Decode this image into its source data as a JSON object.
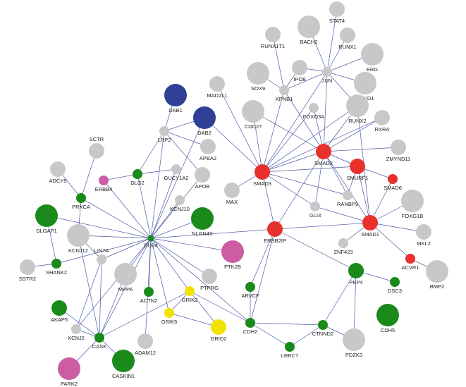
{
  "colors": {
    "gray": "#c8c8c8",
    "blue": "#2e3f95",
    "red": "#e8302c",
    "green": "#1a8a1a",
    "yellow": "#f2e400",
    "pink": "#cc5da3",
    "edge": "#4d5aa8"
  },
  "nodes": [
    {
      "id": "STAT4",
      "color": "gray",
      "size": "m"
    },
    {
      "id": "BACH2",
      "color": "gray",
      "size": "l"
    },
    {
      "id": "RUNX1T1",
      "color": "gray",
      "size": "m"
    },
    {
      "id": "RUNX1",
      "color": "gray",
      "size": "m"
    },
    {
      "id": "ERG",
      "color": "gray",
      "size": "l"
    },
    {
      "id": "SOX9",
      "color": "gray",
      "size": "l"
    },
    {
      "id": "IPO8",
      "color": "gray",
      "size": "m"
    },
    {
      "id": "JUN",
      "color": "gray",
      "size": "s"
    },
    {
      "id": "KPNB1",
      "color": "gray",
      "size": "s"
    },
    {
      "id": "PRKD1",
      "color": "gray",
      "size": "l"
    },
    {
      "id": "MAD2L1",
      "color": "gray",
      "size": "m"
    },
    {
      "id": "CDC27",
      "color": "gray",
      "size": "l"
    },
    {
      "id": "FOXO3A",
      "color": "gray",
      "size": "s"
    },
    {
      "id": "RUNX2",
      "color": "gray",
      "size": "l"
    },
    {
      "id": "RXRA",
      "color": "gray",
      "size": "m"
    },
    {
      "id": "DAB1",
      "color": "blue",
      "size": "l"
    },
    {
      "id": "DAB2",
      "color": "blue",
      "size": "l"
    },
    {
      "id": "LRP2",
      "color": "gray",
      "size": "s"
    },
    {
      "id": "APBA2",
      "color": "gray",
      "size": "m"
    },
    {
      "id": "ZMYND11",
      "color": "gray",
      "size": "m"
    },
    {
      "id": "SMAD2",
      "color": "red",
      "size": "m"
    },
    {
      "id": "SMAD3",
      "color": "red",
      "size": "m"
    },
    {
      "id": "SMURF1",
      "color": "red",
      "size": "m"
    },
    {
      "id": "SMAD6",
      "color": "red",
      "size": "s"
    },
    {
      "id": "SCTR",
      "color": "gray",
      "size": "m"
    },
    {
      "id": "ADCY5",
      "color": "gray",
      "size": "m"
    },
    {
      "id": "ERBB4",
      "color": "pink",
      "size": "s"
    },
    {
      "id": "DLG2",
      "color": "green",
      "size": "s"
    },
    {
      "id": "GUCY1A2",
      "color": "gray",
      "size": "s"
    },
    {
      "id": "APOB",
      "color": "gray",
      "size": "m"
    },
    {
      "id": "PRKCA",
      "color": "green",
      "size": "s"
    },
    {
      "id": "MAX",
      "color": "gray",
      "size": "m"
    },
    {
      "id": "RANBP9",
      "color": "gray",
      "size": "s"
    },
    {
      "id": "GLI3",
      "color": "gray",
      "size": "s"
    },
    {
      "id": "FOXG1B",
      "color": "gray",
      "size": "l"
    },
    {
      "id": "KCNJ10",
      "color": "gray",
      "size": "s"
    },
    {
      "id": "DLGAP1",
      "color": "green",
      "size": "l"
    },
    {
      "id": "NLGN4X",
      "color": "green",
      "size": "l"
    },
    {
      "id": "ERBB2IP",
      "color": "red",
      "size": "m"
    },
    {
      "id": "SMAD1",
      "color": "red",
      "size": "m"
    },
    {
      "id": "MKL2",
      "color": "gray",
      "size": "m"
    },
    {
      "id": "KCNJ12",
      "color": "gray",
      "size": "l"
    },
    {
      "id": "DLG4",
      "color": "green",
      "size": "xs"
    },
    {
      "id": "ZNF423",
      "color": "gray",
      "size": "s"
    },
    {
      "id": "PTK2B",
      "color": "pink",
      "size": "l"
    },
    {
      "id": "LIN7A",
      "color": "gray",
      "size": "s"
    },
    {
      "id": "SHANK2",
      "color": "green",
      "size": "s"
    },
    {
      "id": "SSTR2",
      "color": "gray",
      "size": "m"
    },
    {
      "id": "ACVR1",
      "color": "red",
      "size": "s"
    },
    {
      "id": "BMP2",
      "color": "gray",
      "size": "l"
    },
    {
      "id": "PKP4",
      "color": "green",
      "size": "m"
    },
    {
      "id": "PTPRG",
      "color": "gray",
      "size": "m"
    },
    {
      "id": "MPP6",
      "color": "gray",
      "size": "l"
    },
    {
      "id": "ACTN2",
      "color": "green",
      "size": "s"
    },
    {
      "id": "GRIK2",
      "color": "yellow",
      "size": "s"
    },
    {
      "id": "ARVCF",
      "color": "green",
      "size": "s"
    },
    {
      "id": "DSC3",
      "color": "green",
      "size": "s"
    },
    {
      "id": "AKAP5",
      "color": "green",
      "size": "m"
    },
    {
      "id": "GRIK5",
      "color": "yellow",
      "size": "s"
    },
    {
      "id": "GRID2",
      "color": "yellow",
      "size": "m"
    },
    {
      "id": "CDH2",
      "color": "green",
      "size": "s"
    },
    {
      "id": "CTNND2",
      "color": "green",
      "size": "s"
    },
    {
      "id": "CDH5",
      "color": "green",
      "size": "l"
    },
    {
      "id": "KCNJ2",
      "color": "gray",
      "size": "s"
    },
    {
      "id": "CASK",
      "color": "green",
      "size": "s"
    },
    {
      "id": "ADAM12",
      "color": "gray",
      "size": "m"
    },
    {
      "id": "LRRC7",
      "color": "green",
      "size": "s"
    },
    {
      "id": "PDZK3",
      "color": "gray",
      "size": "l"
    },
    {
      "id": "CASKIN1",
      "color": "green",
      "size": "l"
    },
    {
      "id": "PARK2",
      "color": "pink",
      "size": "l"
    }
  ],
  "edges": [
    [
      "JUN",
      "STAT4"
    ],
    [
      "JUN",
      "BACH2"
    ],
    [
      "JUN",
      "RUNX1"
    ],
    [
      "JUN",
      "ERG"
    ],
    [
      "JUN",
      "PRKD1"
    ],
    [
      "JUN",
      "IPO8"
    ],
    [
      "JUN",
      "RUNX2"
    ],
    [
      "JUN",
      "SMAD3"
    ],
    [
      "JUN",
      "SMAD2"
    ],
    [
      "JUN",
      "KPNB1"
    ],
    [
      "KPNB1",
      "RUNX1T1"
    ],
    [
      "KPNB1",
      "SOX9"
    ],
    [
      "KPNB1",
      "IPO8"
    ],
    [
      "KPNB1",
      "SMAD3"
    ],
    [
      "KPNB1",
      "SMAD2"
    ],
    [
      "SMAD3",
      "MAD2L1"
    ],
    [
      "SMAD3",
      "CDC27"
    ],
    [
      "SMAD3",
      "FOXO3A"
    ],
    [
      "SMAD3",
      "RUNX2"
    ],
    [
      "SMAD3",
      "SMAD2"
    ],
    [
      "SMAD3",
      "DAB2"
    ],
    [
      "SMAD3",
      "MAX"
    ],
    [
      "SMAD3",
      "GLI3"
    ],
    [
      "SMAD3",
      "RANBP9"
    ],
    [
      "SMAD3",
      "SMURF1"
    ],
    [
      "SMAD3",
      "ERBB2IP"
    ],
    [
      "SMAD3",
      "RXRA"
    ],
    [
      "SMAD2",
      "CDC27"
    ],
    [
      "SMAD2",
      "FOXO3A"
    ],
    [
      "SMAD2",
      "RUNX2"
    ],
    [
      "SMAD2",
      "RXRA"
    ],
    [
      "SMAD2",
      "ZMYND11"
    ],
    [
      "SMAD2",
      "SMURF1"
    ],
    [
      "SMAD2",
      "RANBP9"
    ],
    [
      "SMAD2",
      "GLI3"
    ],
    [
      "SMAD2",
      "ERBB2IP"
    ],
    [
      "SMAD2",
      "SMAD1"
    ],
    [
      "SMURF1",
      "SMAD6"
    ],
    [
      "SMURF1",
      "SMAD1"
    ],
    [
      "SMURF1",
      "RANBP9"
    ],
    [
      "SMAD1",
      "SMAD6"
    ],
    [
      "SMAD1",
      "FOXG1B"
    ],
    [
      "SMAD1",
      "MKL2"
    ],
    [
      "SMAD1",
      "ACVR1"
    ],
    [
      "SMAD1",
      "ZNF423"
    ],
    [
      "SMAD1",
      "ERBB2IP"
    ],
    [
      "SMAD1",
      "GLI3"
    ],
    [
      "SMAD1",
      "RUNX2"
    ],
    [
      "ACVR1",
      "BMP2"
    ],
    [
      "DAB1",
      "LRP2"
    ],
    [
      "DAB2",
      "LRP2"
    ],
    [
      "LRP2",
      "APBA2"
    ],
    [
      "LRP2",
      "APOB"
    ],
    [
      "LRP2",
      "DLG4"
    ],
    [
      "LRP2",
      "DLG2"
    ],
    [
      "DLG4",
      "DLG2"
    ],
    [
      "DLG4",
      "ERBB4"
    ],
    [
      "DLG4",
      "PRKCA"
    ],
    [
      "DLG4",
      "GUCY1A2"
    ],
    [
      "DLG4",
      "KCNJ10"
    ],
    [
      "DLG4",
      "NLGN4X"
    ],
    [
      "DLG4",
      "DLGAP1"
    ],
    [
      "DLG4",
      "KCNJ12"
    ],
    [
      "DLG4",
      "LIN7A"
    ],
    [
      "DLG4",
      "SHANK2"
    ],
    [
      "DLG4",
      "PTK2B"
    ],
    [
      "DLG4",
      "PTPRG"
    ],
    [
      "DLG4",
      "MPP6"
    ],
    [
      "DLG4",
      "ACTN2"
    ],
    [
      "DLG4",
      "GRIK2"
    ],
    [
      "DLG4",
      "GRIK5"
    ],
    [
      "DLG4",
      "CASK"
    ],
    [
      "DLG4",
      "KCNJ2"
    ],
    [
      "DLG4",
      "ERBB2IP"
    ],
    [
      "DLG4",
      "APOB"
    ],
    [
      "DLG4",
      "ADAM12"
    ],
    [
      "DLG4",
      "DAB2"
    ],
    [
      "DLG4",
      "CDH2"
    ],
    [
      "DLG2",
      "ERBB4"
    ],
    [
      "DLG2",
      "GUCY1A2"
    ],
    [
      "PRKCA",
      "SCTR"
    ],
    [
      "PRKCA",
      "ADCY5"
    ],
    [
      "PRKCA",
      "KCNJ12"
    ],
    [
      "SHANK2",
      "SSTR2"
    ],
    [
      "SHANK2",
      "DLGAP1"
    ],
    [
      "LIN7A",
      "CASK"
    ],
    [
      "LIN7A",
      "KCNJ12"
    ],
    [
      "LIN7A",
      "KCNJ2"
    ],
    [
      "CASK",
      "KCNJ2"
    ],
    [
      "CASK",
      "AKAP5"
    ],
    [
      "CASK",
      "CASKIN1"
    ],
    [
      "CASK",
      "PARK2"
    ],
    [
      "CASK",
      "MPP6"
    ],
    [
      "CASK",
      "GRIK2"
    ],
    [
      "CASK",
      "KCNJ12"
    ],
    [
      "GRIK2",
      "GRIK5"
    ],
    [
      "GRIK2",
      "GRID2"
    ],
    [
      "GRIK2",
      "CDH2"
    ],
    [
      "GRIK5",
      "GRID2"
    ],
    [
      "CDH2",
      "ARVCF"
    ],
    [
      "CDH2",
      "ERBB2IP"
    ],
    [
      "ERBB2IP",
      "ARVCF"
    ],
    [
      "ERBB2IP",
      "PKP4"
    ],
    [
      "PKP4",
      "DSC3"
    ],
    [
      "PKP4",
      "PDZK3"
    ],
    [
      "PKP4",
      "CTNND2"
    ],
    [
      "CTNND2",
      "LRRC7"
    ],
    [
      "CTNND2",
      "CDH2"
    ],
    [
      "CTNND2",
      "PDZK3"
    ],
    [
      "LRRC7",
      "CDH2"
    ]
  ]
}
